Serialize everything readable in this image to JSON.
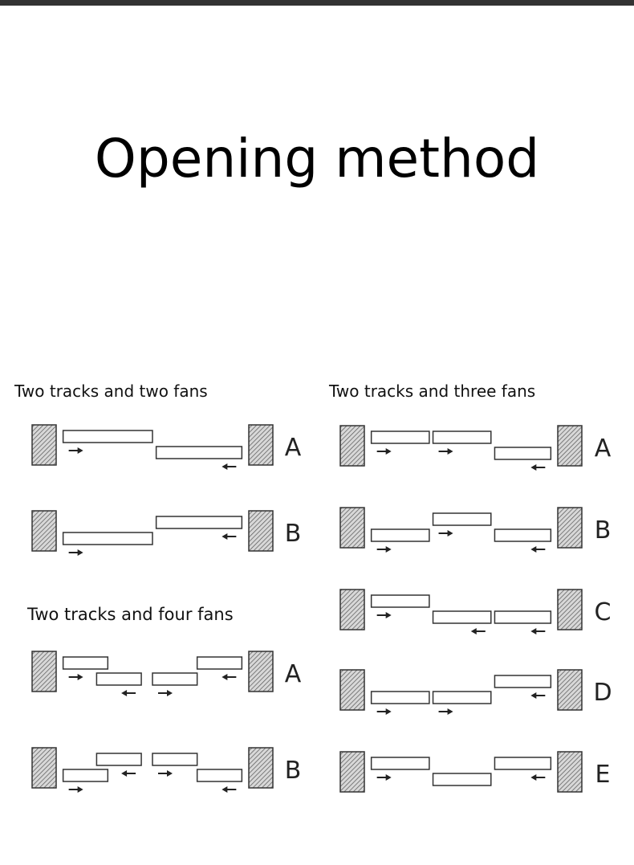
{
  "title": "Opening method",
  "colors": {
    "topbar": "#333333",
    "panel_stroke": "#333333",
    "wall_fill": "#dddddd"
  },
  "sections": {
    "two_tracks_two_fans": {
      "label": "Two tracks and two fans",
      "configs": [
        {
          "letter": "A",
          "panels": [
            {
              "track": "top",
              "from": 0.02,
              "to": 0.5,
              "arrow": "right"
            },
            {
              "track": "bottom",
              "from": 0.52,
              "to": 0.98,
              "arrow": "left"
            }
          ]
        },
        {
          "letter": "B",
          "panels": [
            {
              "track": "top",
              "from": 0.52,
              "to": 0.98,
              "arrow": "left"
            },
            {
              "track": "bottom",
              "from": 0.02,
              "to": 0.5,
              "arrow": "right"
            }
          ]
        }
      ]
    },
    "two_tracks_four_fans": {
      "label": "Two tracks and four fans",
      "configs": [
        {
          "letter": "A",
          "panels": [
            {
              "track": "top",
              "from": 0.02,
              "to": 0.26,
              "arrow": "right"
            },
            {
              "track": "bottom",
              "from": 0.2,
              "to": 0.44,
              "arrow": "left"
            },
            {
              "track": "bottom",
              "from": 0.5,
              "to": 0.74,
              "arrow": "right"
            },
            {
              "track": "top",
              "from": 0.74,
              "to": 0.98,
              "arrow": "left"
            }
          ]
        },
        {
          "letter": "B",
          "panels": [
            {
              "track": "bottom",
              "from": 0.02,
              "to": 0.26,
              "arrow": "right"
            },
            {
              "track": "top",
              "from": 0.2,
              "to": 0.44,
              "arrow": "left"
            },
            {
              "track": "top",
              "from": 0.5,
              "to": 0.74,
              "arrow": "right"
            },
            {
              "track": "bottom",
              "from": 0.74,
              "to": 0.98,
              "arrow": "left"
            }
          ]
        }
      ]
    },
    "two_tracks_three_fans": {
      "label": "Two tracks and three fans",
      "configs": [
        {
          "letter": "A",
          "panels": [
            {
              "track": "top",
              "from": 0.02,
              "to": 0.33,
              "arrow": "right"
            },
            {
              "track": "top",
              "from": 0.35,
              "to": 0.66,
              "arrow": "right"
            },
            {
              "track": "bottom",
              "from": 0.68,
              "to": 0.98,
              "arrow": "left"
            }
          ]
        },
        {
          "letter": "B",
          "panels": [
            {
              "track": "bottom",
              "from": 0.02,
              "to": 0.33,
              "arrow": "right"
            },
            {
              "track": "top",
              "from": 0.35,
              "to": 0.66,
              "arrow": "right"
            },
            {
              "track": "bottom",
              "from": 0.68,
              "to": 0.98,
              "arrow": "left"
            }
          ]
        },
        {
          "letter": "C",
          "panels": [
            {
              "track": "top",
              "from": 0.02,
              "to": 0.33,
              "arrow": "right"
            },
            {
              "track": "bottom",
              "from": 0.35,
              "to": 0.66,
              "arrow": "left"
            },
            {
              "track": "bottom",
              "from": 0.68,
              "to": 0.98,
              "arrow": "left"
            }
          ]
        },
        {
          "letter": "D",
          "panels": [
            {
              "track": "bottom",
              "from": 0.02,
              "to": 0.33,
              "arrow": "right"
            },
            {
              "track": "bottom",
              "from": 0.35,
              "to": 0.66,
              "arrow": "right"
            },
            {
              "track": "top",
              "from": 0.68,
              "to": 0.98,
              "arrow": "left"
            }
          ]
        },
        {
          "letter": "E",
          "panels": [
            {
              "track": "top",
              "from": 0.02,
              "to": 0.33,
              "arrow": "right"
            },
            {
              "track": "bottom",
              "from": 0.35,
              "to": 0.66,
              "arrow": "none"
            },
            {
              "track": "top",
              "from": 0.68,
              "to": 0.98,
              "arrow": "left"
            }
          ]
        }
      ]
    }
  }
}
